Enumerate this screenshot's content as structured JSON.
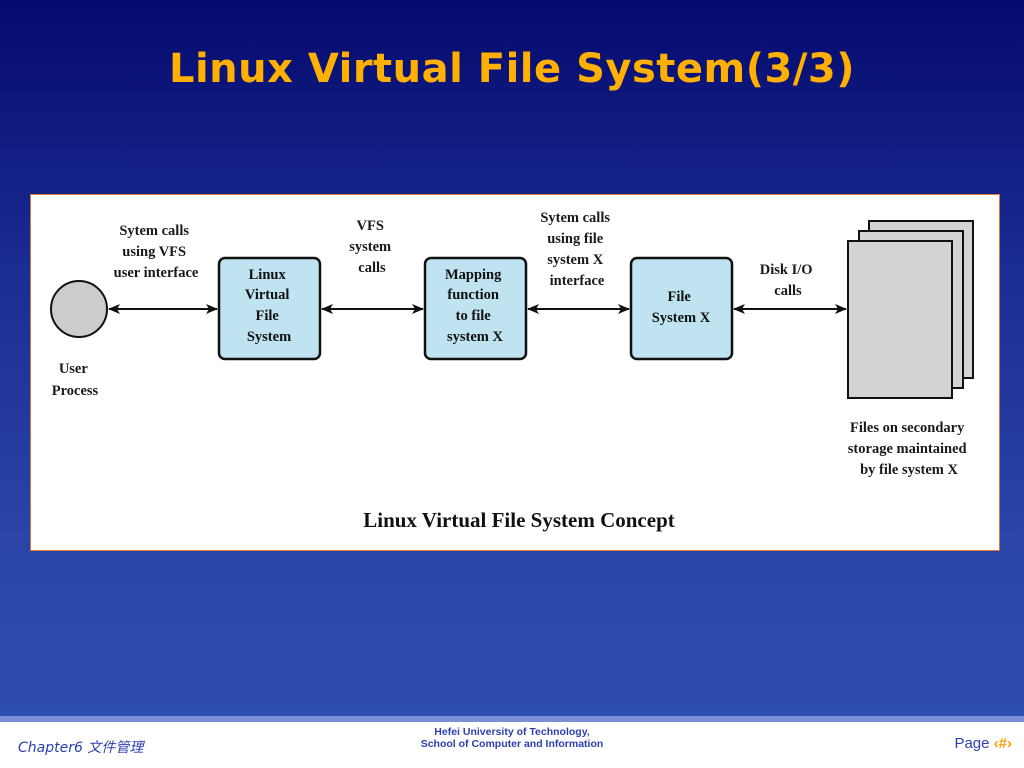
{
  "slide": {
    "title": "Linux Virtual File System(3/3)"
  },
  "diagram": {
    "nodes": {
      "user_process": [
        "User",
        "Process"
      ],
      "linux_vfs": [
        "Linux",
        "Virtual",
        "File",
        "System"
      ],
      "mapping": [
        "Mapping",
        "function",
        "to file",
        "system X"
      ],
      "file_system_x": [
        "File",
        "System X"
      ],
      "files_storage": [
        "Files on secondary",
        "storage maintained",
        "by file system X"
      ]
    },
    "edges": {
      "user_to_vfs": [
        "Sytem calls",
        "using VFS",
        "user interface"
      ],
      "vfs_to_mapping": [
        "VFS",
        "system",
        "calls"
      ],
      "mapping_to_fsx": [
        "Sytem calls",
        "using file",
        "system X",
        "interface"
      ],
      "fsx_to_disk": [
        "Disk I/O",
        "calls"
      ]
    },
    "caption": "Linux Virtual File System Concept",
    "colors": {
      "box_fill": "#bfe3f0",
      "circle_fill": "#cccccc",
      "page_fill": "#d3d3d3"
    }
  },
  "footer": {
    "chapter": "Chapter6 文件管理",
    "institution_line1": "Hefei University of Technology,",
    "institution_line2": "School of Computer and Information",
    "page_label": "Page",
    "page_number": "‹#›"
  }
}
